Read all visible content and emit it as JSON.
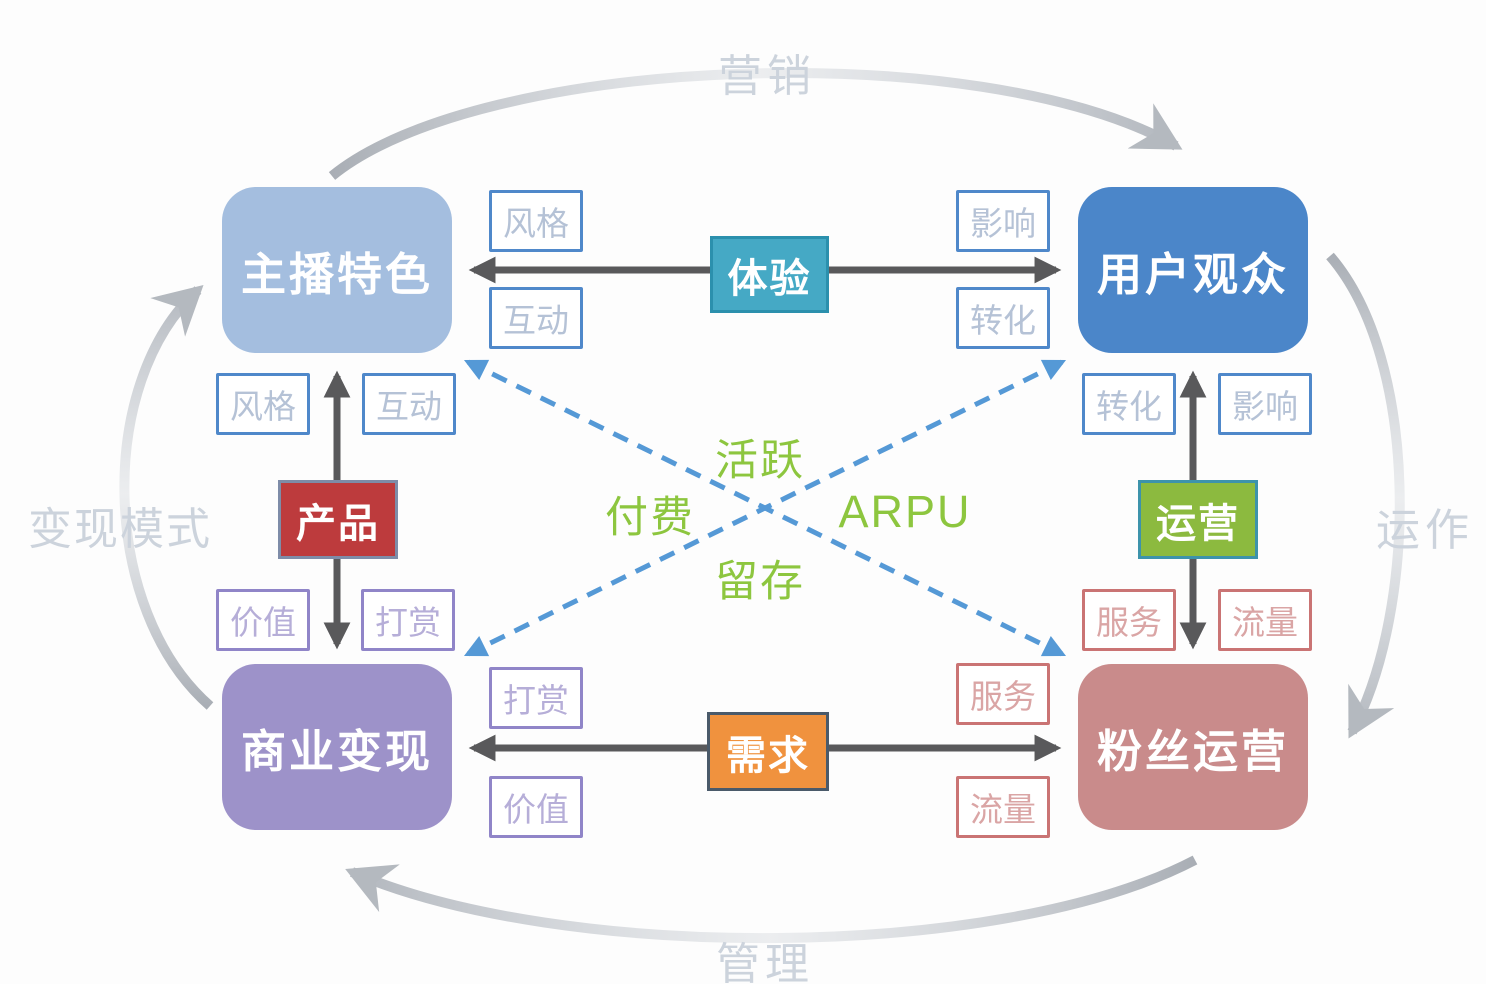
{
  "nodes": {
    "anchor": "主播特色",
    "audience": "用户观众",
    "monetization": "商业变现",
    "fans": "粉丝运营"
  },
  "connectors": {
    "experience": "体验",
    "demand": "需求",
    "product": "产品",
    "operations": "运营"
  },
  "tags": {
    "anchor_right": [
      "风格",
      "互动"
    ],
    "anchor_bottom": [
      "风格",
      "互动"
    ],
    "audience_left": [
      "影响",
      "转化"
    ],
    "audience_bottom": [
      "转化",
      "影响"
    ],
    "monetization_top": [
      "价值",
      "打赏"
    ],
    "monetization_right": [
      "打赏",
      "价值"
    ],
    "fans_top": [
      "服务",
      "流量"
    ],
    "fans_left": [
      "服务",
      "流量"
    ]
  },
  "metrics": {
    "active": "活跃",
    "pay": "付费",
    "arpu": "ARPU",
    "retention": "留存"
  },
  "outer": {
    "top": "营销",
    "right": "运作",
    "bottom": "管理",
    "left": "变现模式"
  },
  "colors": {
    "anchor_box": "#a4bedf",
    "audience_box": "#4b86c9",
    "monetization_box": "#9d92c9",
    "fans_box": "#c98b8b",
    "experience_tag": "#45a9c5",
    "demand_tag": "#f0923e",
    "product_tag": "#bd3b3d",
    "operations_tag": "#8cba3f",
    "blue_tag_border": "#4f88ca",
    "purple_tag_border": "#9085c8",
    "red_tag_border": "#ca7474",
    "solid_arrow": "#59595b",
    "dashed_arrow": "#5599d6",
    "arc_arrow": "#b4b9bf",
    "metric_text": "#8dc63f",
    "outer_text": "#ccd3dc"
  }
}
